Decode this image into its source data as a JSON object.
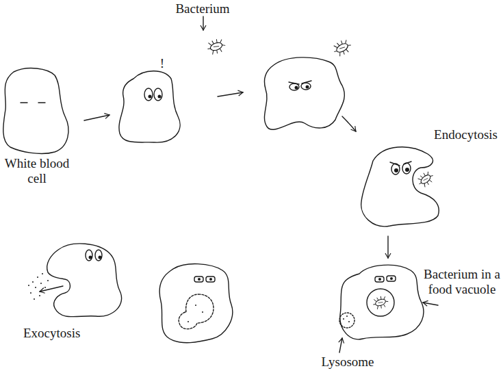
{
  "diagram": {
    "labels": [
      "Bacterium",
      "!",
      "White blood cell",
      "Endocytosis",
      "Bacterium in a food vacuole",
      "Lysosome",
      "Exocytosis"
    ]
  }
}
